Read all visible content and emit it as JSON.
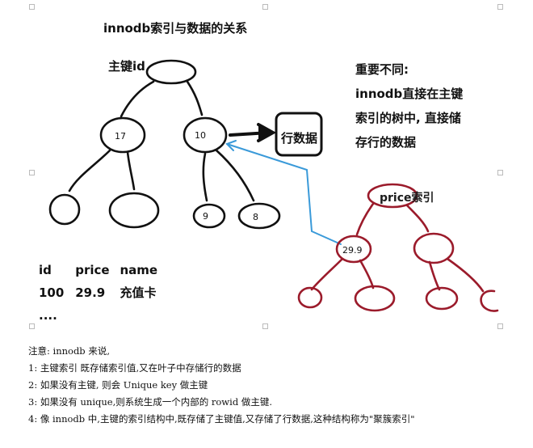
{
  "title": "innodb索引与数据的关系",
  "primary_key_label": "主键id",
  "row_data_box": "行数据",
  "price_index_label": "price索引",
  "node_values": {
    "pk_left": "17",
    "pk_right": "10",
    "pk_leaf_a": "9",
    "pk_leaf_b": "8",
    "price_mid": "29.9"
  },
  "important_note": {
    "heading": "重要不同:",
    "lines": [
      "innodb直接在主键",
      "索引的树中, 直接储",
      "存行的数据"
    ]
  },
  "table": {
    "headers": [
      "id",
      "price",
      "name"
    ],
    "row": [
      "100",
      "29.9",
      "充值卡"
    ],
    "ellipsis": "...."
  },
  "notes": {
    "intro": "注意: innodb 来说,",
    "item1": "1: 主键索引 既存储索引值,又在叶子中存储行的数据",
    "item2": "2: 如果没有主键, 则会 Unique key 做主键",
    "item3": "3: 如果没有 unique,则系统生成一个内部的 rowid 做主键.",
    "item4": "4: 像 innodb 中,主键的索引结构中,既存储了主键值,又存储了行数据,这种结构称为\"聚簇索引\""
  },
  "colors": {
    "ink": "#111111",
    "red_tree": "#9b1b2b",
    "blue_arrow": "#3a9ad9"
  }
}
